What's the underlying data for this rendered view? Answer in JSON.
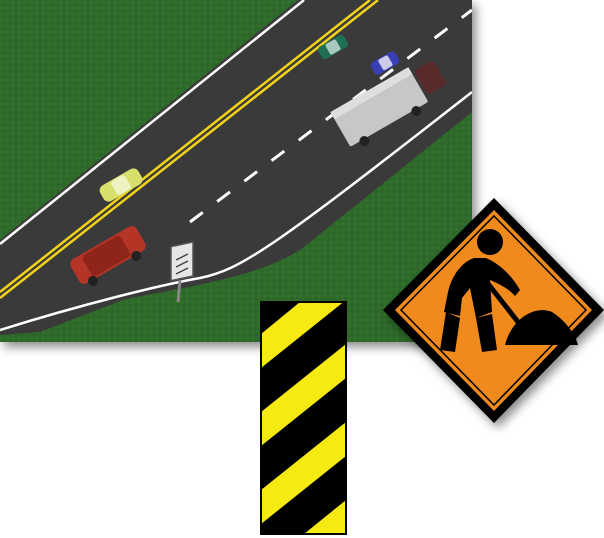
{
  "scene": {
    "road_illustration": {
      "grass_color": "#2f6b2a",
      "asphalt_color": "#3a3a3a",
      "center_line_color": "#f2d21a",
      "lane_marking_color": "#ffffff",
      "vehicles": [
        {
          "name": "green-car",
          "color": "#1f6f55"
        },
        {
          "name": "blue-car",
          "color": "#3a3fb5"
        },
        {
          "name": "semi-truck",
          "color": "#c7c7c7"
        },
        {
          "name": "yellow-car",
          "color": "#d8df6a"
        },
        {
          "name": "red-station-wagon",
          "color": "#b43426"
        }
      ],
      "road_sign_icon": "merge-sign-icon"
    },
    "hazard_marker": {
      "stripe_colors": [
        "#f7ea12",
        "#000000"
      ],
      "icon": "object-marker-icon"
    },
    "work_zone_sign": {
      "background_color": "#f08a1c",
      "border_color": "#000000",
      "icon": "worker-shoveling-icon"
    }
  }
}
